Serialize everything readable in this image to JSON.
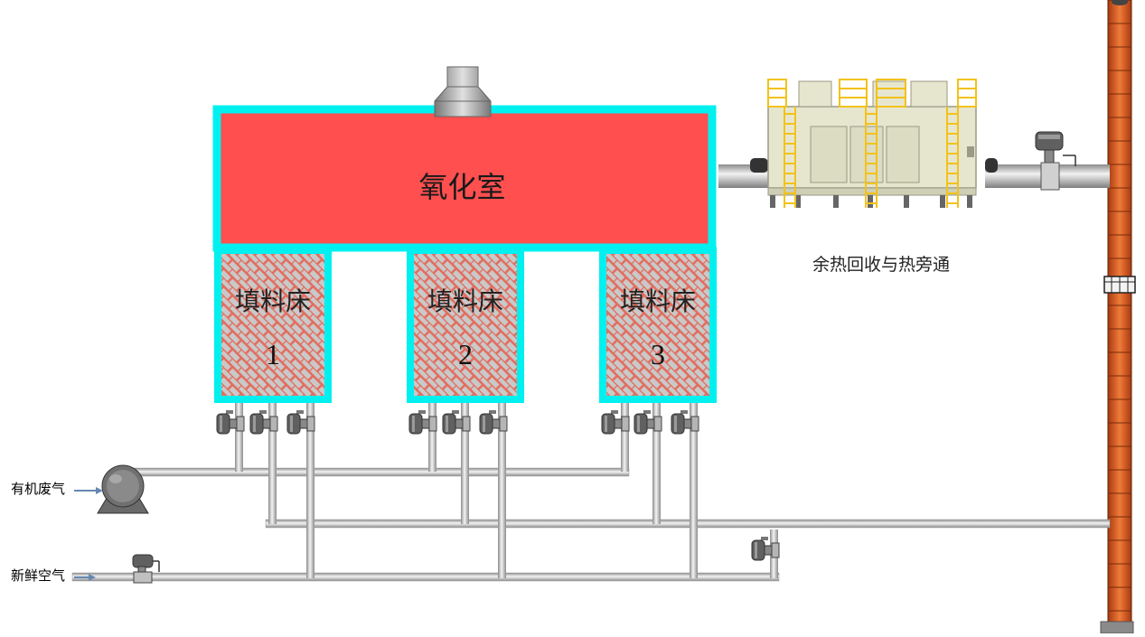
{
  "chamber": {
    "label": "氧化室",
    "fill_color": "#ff4f4f",
    "border_color": "#00f0f0"
  },
  "beds": [
    {
      "name": "填料床",
      "number": "1"
    },
    {
      "name": "填料床",
      "number": "2"
    },
    {
      "name": "填料床",
      "number": "3"
    }
  ],
  "heat_recovery": {
    "label": "余热回收与热旁通"
  },
  "inlets": {
    "waste_gas": "有机废气",
    "fresh_air": "新鲜空气"
  },
  "colors": {
    "pipe": "#cfcfcf",
    "stack": "#e8682c",
    "ladder": "#f2c21a",
    "unit_body": "#e6e6cf"
  },
  "icons": {
    "pump": "pump-icon",
    "valve": "valve-icon",
    "stack": "chimney-icon",
    "fan": "fan-icon"
  }
}
